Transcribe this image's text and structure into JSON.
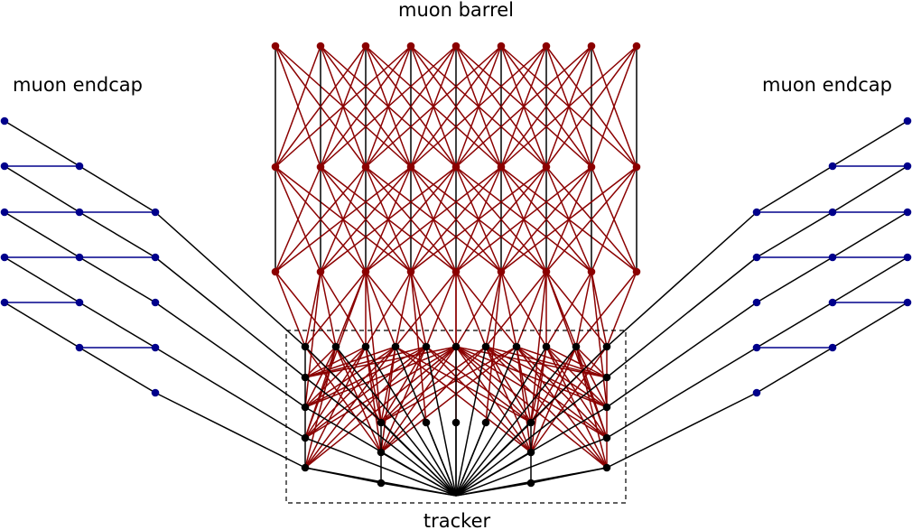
{
  "labels": {
    "barrel": "muon barrel",
    "endcap_left": "muon endcap",
    "endcap_right": "muon endcap",
    "tracker": "tracker"
  },
  "colors": {
    "barrel": "#8b0000",
    "endcap": "#00008b",
    "tracker": "#000000",
    "edge": "#000000"
  }
}
